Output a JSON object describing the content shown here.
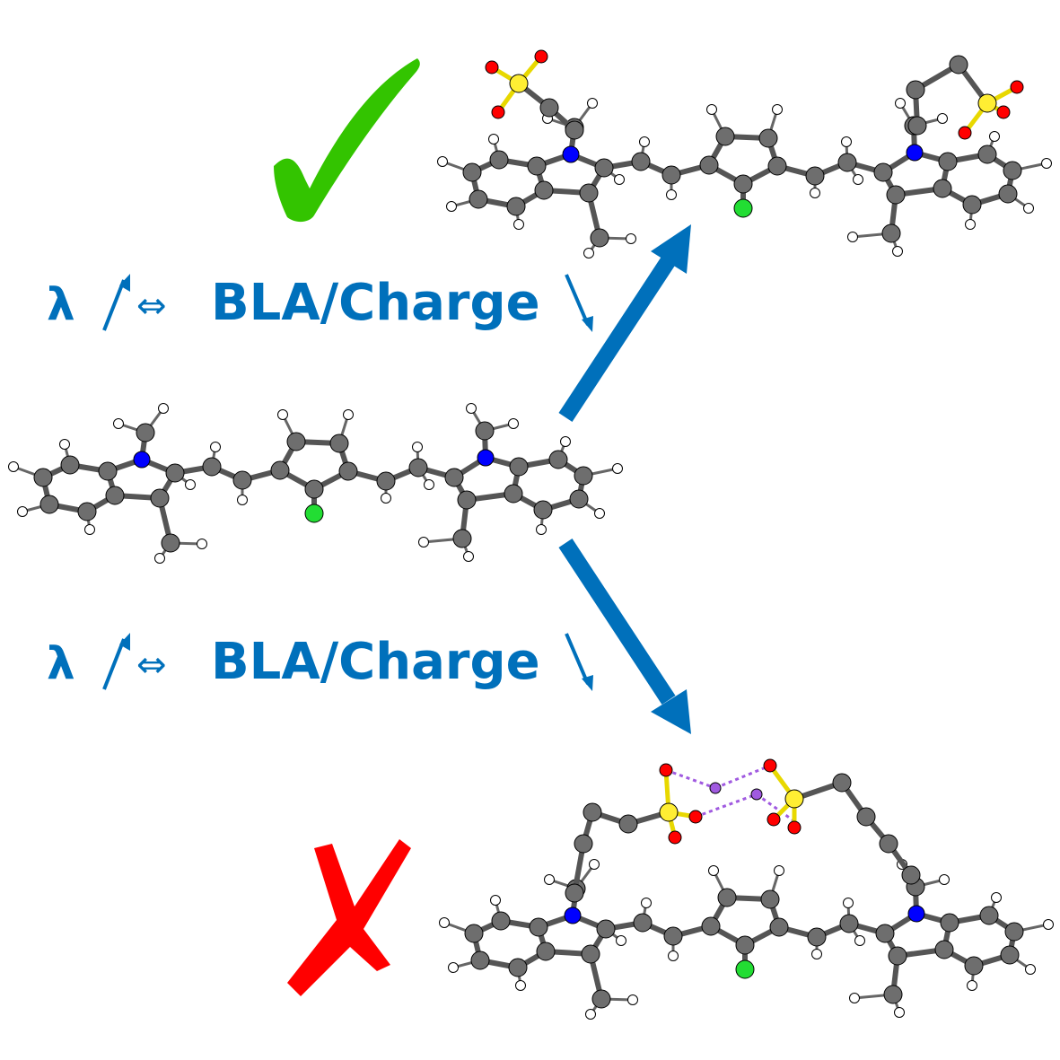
{
  "labels": {
    "top": {
      "lambda": "λ",
      "equiv": "⇔",
      "text": "BLA/Charge"
    },
    "bottom": {
      "lambda": "λ",
      "equiv": "⇔",
      "text": "BLA/Charge"
    }
  },
  "colors": {
    "text_blue": "#0070bb",
    "arrow_blue": "#0070bb",
    "check_green": "#33c400",
    "cross_red": "#ff0000",
    "carbon": "#6e6e6e",
    "nitrogen": "#0000ff",
    "chlorine": "#22dd33",
    "sulfur": "#ffee33",
    "oxygen": "#ff0000",
    "sodium": "#a05ae0",
    "hydrogen": "#ffffff"
  },
  "marks": {
    "good_icon": "checkmark-icon",
    "bad_icon": "cross-icon"
  }
}
